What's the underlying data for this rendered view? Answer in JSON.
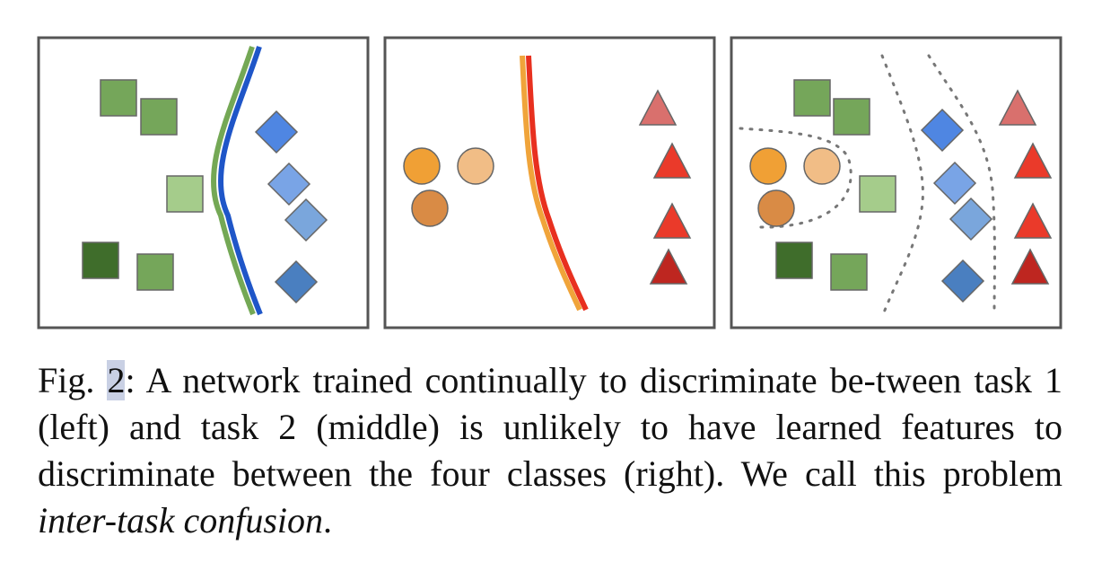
{
  "caption": {
    "prefix": "Fig. ",
    "ref": "2",
    "text_before_term": ": A network trained continually to discriminate be-tween task 1 (left) and task 2 (middle) is unlikely to have learned features to discriminate between the four classes (right). We call this problem ",
    "term": "inter-task confusion",
    "end": "."
  },
  "colors": {
    "panel_border": "#555555",
    "square_green": "#75a65a",
    "square_dark_green": "#3f6d2b",
    "square_light_green": "#a5cc8b",
    "diamond_blue": "#4f86e2",
    "diamond_light_blue": "#79a4e6",
    "diamond_steel_blue": "#4a7fc0",
    "circle_orange": "#f0a035",
    "circle_light_orange": "#f1bd86",
    "circle_dark_orange": "#d98b45",
    "triangle_pink": "#d9706d",
    "triangle_red": "#ea3a2a",
    "triangle_dark_red": "#be2620",
    "boundary_green": "#74a855",
    "boundary_blue": "#1f56c8",
    "boundary_orange": "#f0a43a",
    "boundary_red": "#e8301f",
    "dotted_boundary": "#777777"
  },
  "panels": [
    {
      "name": "task-1-panel",
      "position": "left",
      "classes": [
        "green-squares",
        "blue-diamonds"
      ]
    },
    {
      "name": "task-2-panel",
      "position": "middle",
      "classes": [
        "orange-circles",
        "red-triangles"
      ]
    },
    {
      "name": "four-classes-panel",
      "position": "right",
      "classes": [
        "orange-circles",
        "green-squares",
        "blue-diamonds",
        "red-triangles"
      ]
    }
  ]
}
